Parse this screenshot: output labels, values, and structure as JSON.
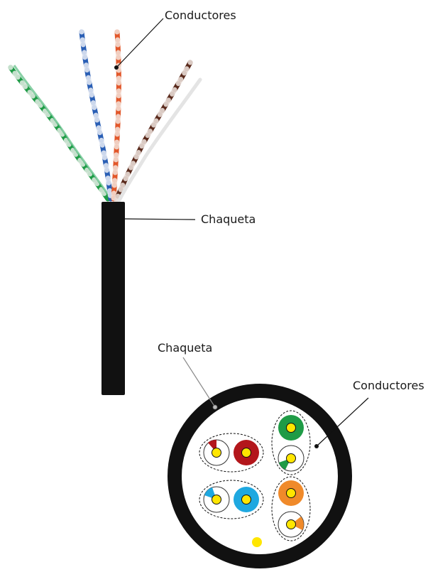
{
  "labels": {
    "top_conductors": "Conductores",
    "top_jacket": "Chaqueta",
    "section_jacket": "Chaqueta",
    "section_conductors": "Conductores"
  },
  "colors": {
    "jacket": "#111111",
    "green": "#1f9b46",
    "blue": "#1fa8e0",
    "orange": "#f08a2a",
    "red": "#b3161b",
    "brown": "#5a2a1c",
    "copper": "#ffe600"
  },
  "pairs": [
    {
      "name": "red-pair",
      "solid": "red",
      "striped": "red"
    },
    {
      "name": "green-pair",
      "solid": "green",
      "striped": "green"
    },
    {
      "name": "blue-pair",
      "solid": "blue",
      "striped": "blue"
    },
    {
      "name": "orange-pair",
      "solid": "orange",
      "striped": "orange"
    }
  ]
}
